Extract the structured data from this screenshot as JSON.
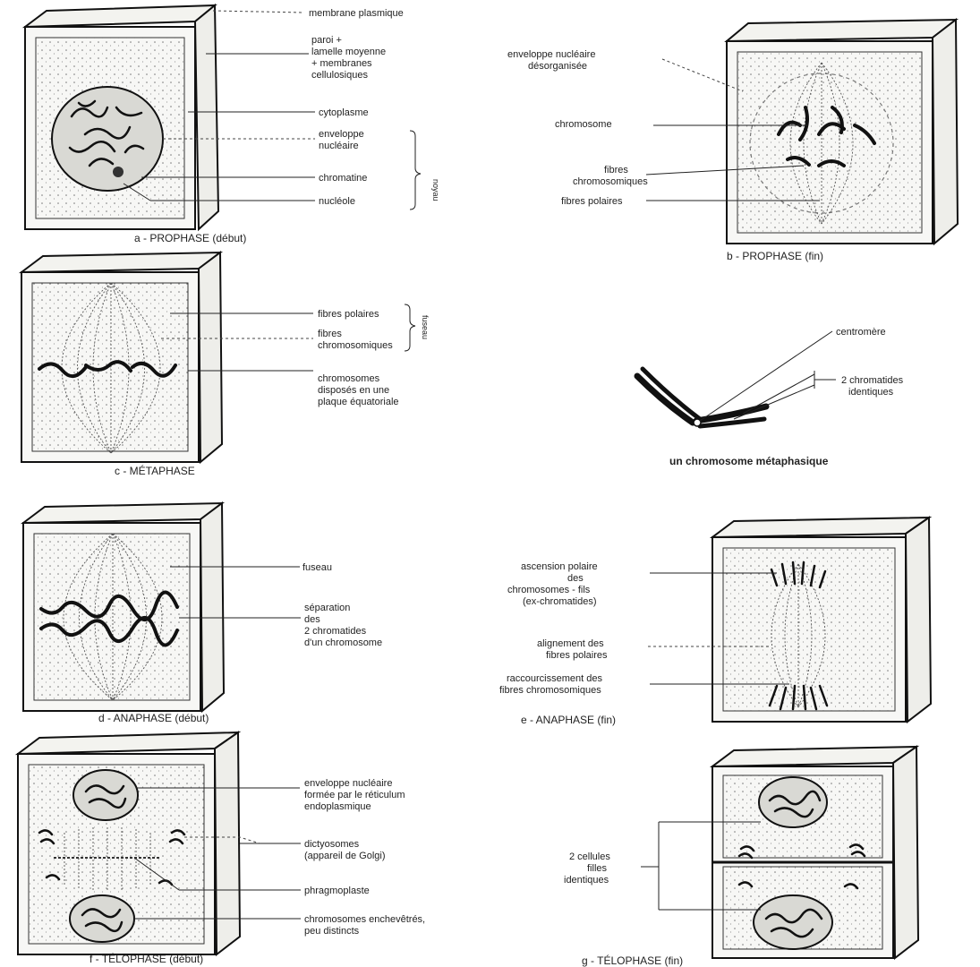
{
  "labels": {
    "membrane": "membrane plasmique",
    "paroi_1": "paroi +",
    "paroi_2": "lamelle moyenne",
    "paroi_3": "+ membranes",
    "paroi_4": "cellulosiques",
    "cytoplasme": "cytoplasme",
    "env_1": "enveloppe",
    "env_2": "nucléaire",
    "chromatine": "chromatine",
    "nucleole": "nucléole",
    "noyau": "noyau",
    "env_desorg_1": "enveloppe nucléaire",
    "env_desorg_2": "désorganisée",
    "chromosome": "chromosome",
    "fib_chr_b_1": "fibres",
    "fib_chr_b_2": "chromosomiques",
    "fib_pol_b": "fibres polaires",
    "fib_pol_c": "fibres polaires",
    "fib_chr_c_1": "fibres",
    "fib_chr_c_2": "chromosomiques",
    "fuseau_c": "fuseau",
    "chr_disp_1": "chromosomes",
    "chr_disp_2": "disposés en une",
    "chr_disp_3": "plaque équatoriale",
    "centromere": "centromère",
    "chromatides_1": "2 chromatides",
    "chromatides_2": "identiques",
    "chr_meta": "un chromosome métaphasique",
    "fuseau_d": "fuseau",
    "sep_1": "séparation",
    "sep_2": "des",
    "sep_3": "2 chromatides",
    "sep_4": "d'un chromosome",
    "asc_1": "ascension polaire",
    "asc_2": "des",
    "asc_3": "chromosomes - fils",
    "asc_4": "(ex-chromatides)",
    "align_1": "alignement des",
    "align_2": "fibres polaires",
    "racc_1": "raccourcissement des",
    "racc_2": "fibres chromosomiques",
    "env_f_1": "enveloppe nucléaire",
    "env_f_2": "formée par le réticulum",
    "env_f_3": "endoplasmique",
    "dict_1": "dictyosomes",
    "dict_2": "(appareil de Golgi)",
    "phragmo": "phragmoplaste",
    "chr_f_1": "chromosomes enchevêtrés,",
    "chr_f_2": "peu distincts",
    "filles_1": "2 cellules",
    "filles_2": "filles",
    "filles_3": "identiques"
  },
  "captions": {
    "a": "a - PROPHASE (début)",
    "b": "b - PROPHASE (fin)",
    "c": "c - MÉTAPHASE",
    "d": "d - ANAPHASE (début)",
    "e": "e - ANAPHASE (fin)",
    "f": "f - TÉLOPHASE (début)",
    "g": "g - TÉLOPHASE (fin)"
  }
}
